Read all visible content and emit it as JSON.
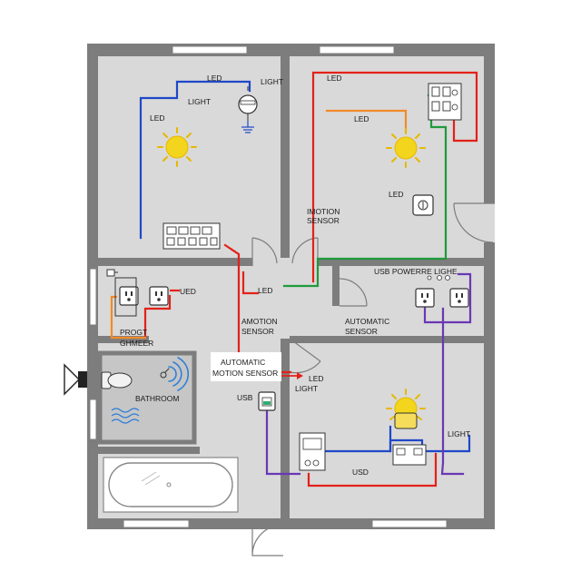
{
  "colors": {
    "wall": "#7d7d7d",
    "floor": "#d9d9d9",
    "bath_floor": "#c6c6c6",
    "red": "#e32119",
    "blue": "#1f48c8",
    "green": "#1f9a3a",
    "orange": "#f18a2a",
    "purple": "#6a37b4",
    "sun": "#f2d51c",
    "sun_ray": "#e6b800",
    "wave": "#2f7fd8"
  },
  "labels": {
    "tl_led_top": "LED",
    "tl_light_top": "LIGHT",
    "tl_light_mid": "LIGHT",
    "tl_led_left": "LED",
    "tr_led_top": "LED",
    "tr_led_mid": "LED",
    "tr_led_low": "LED",
    "tr_motion_1": "IMOTION",
    "tr_motion_2": "SENSOR",
    "usb_power": "USB POWERRE LIGHE",
    "auto_right_1": "AUTOMATIC",
    "auto_right_2": "SENSOR",
    "ued": "UED",
    "progt": "PROGT",
    "ghmeer": "GHMEER",
    "hall_led": "LED",
    "amotion_1": "AMOTION",
    "amotion_2": "SENSOR",
    "auto_center_1": "AUTOMATIC",
    "auto_center_2": "MOTION SENSOR",
    "br_led_1": "LED",
    "br_led_2": "LIGHT",
    "usb_hall": "USB",
    "bathroom": "BATHROOM",
    "br_light": "LIGHT",
    "usd": "USD"
  },
  "icons": {
    "sun": "sun-icon",
    "thermostat": "thermostat-icon",
    "ground": "ground-icon",
    "outlet": "outlet-icon",
    "switch": "switch-icon",
    "wifi": "wifi-icon",
    "speaker": "speaker-icon",
    "toilet": "toilet-icon",
    "bathtub": "bathtub-icon",
    "lamp": "lamp-icon"
  }
}
